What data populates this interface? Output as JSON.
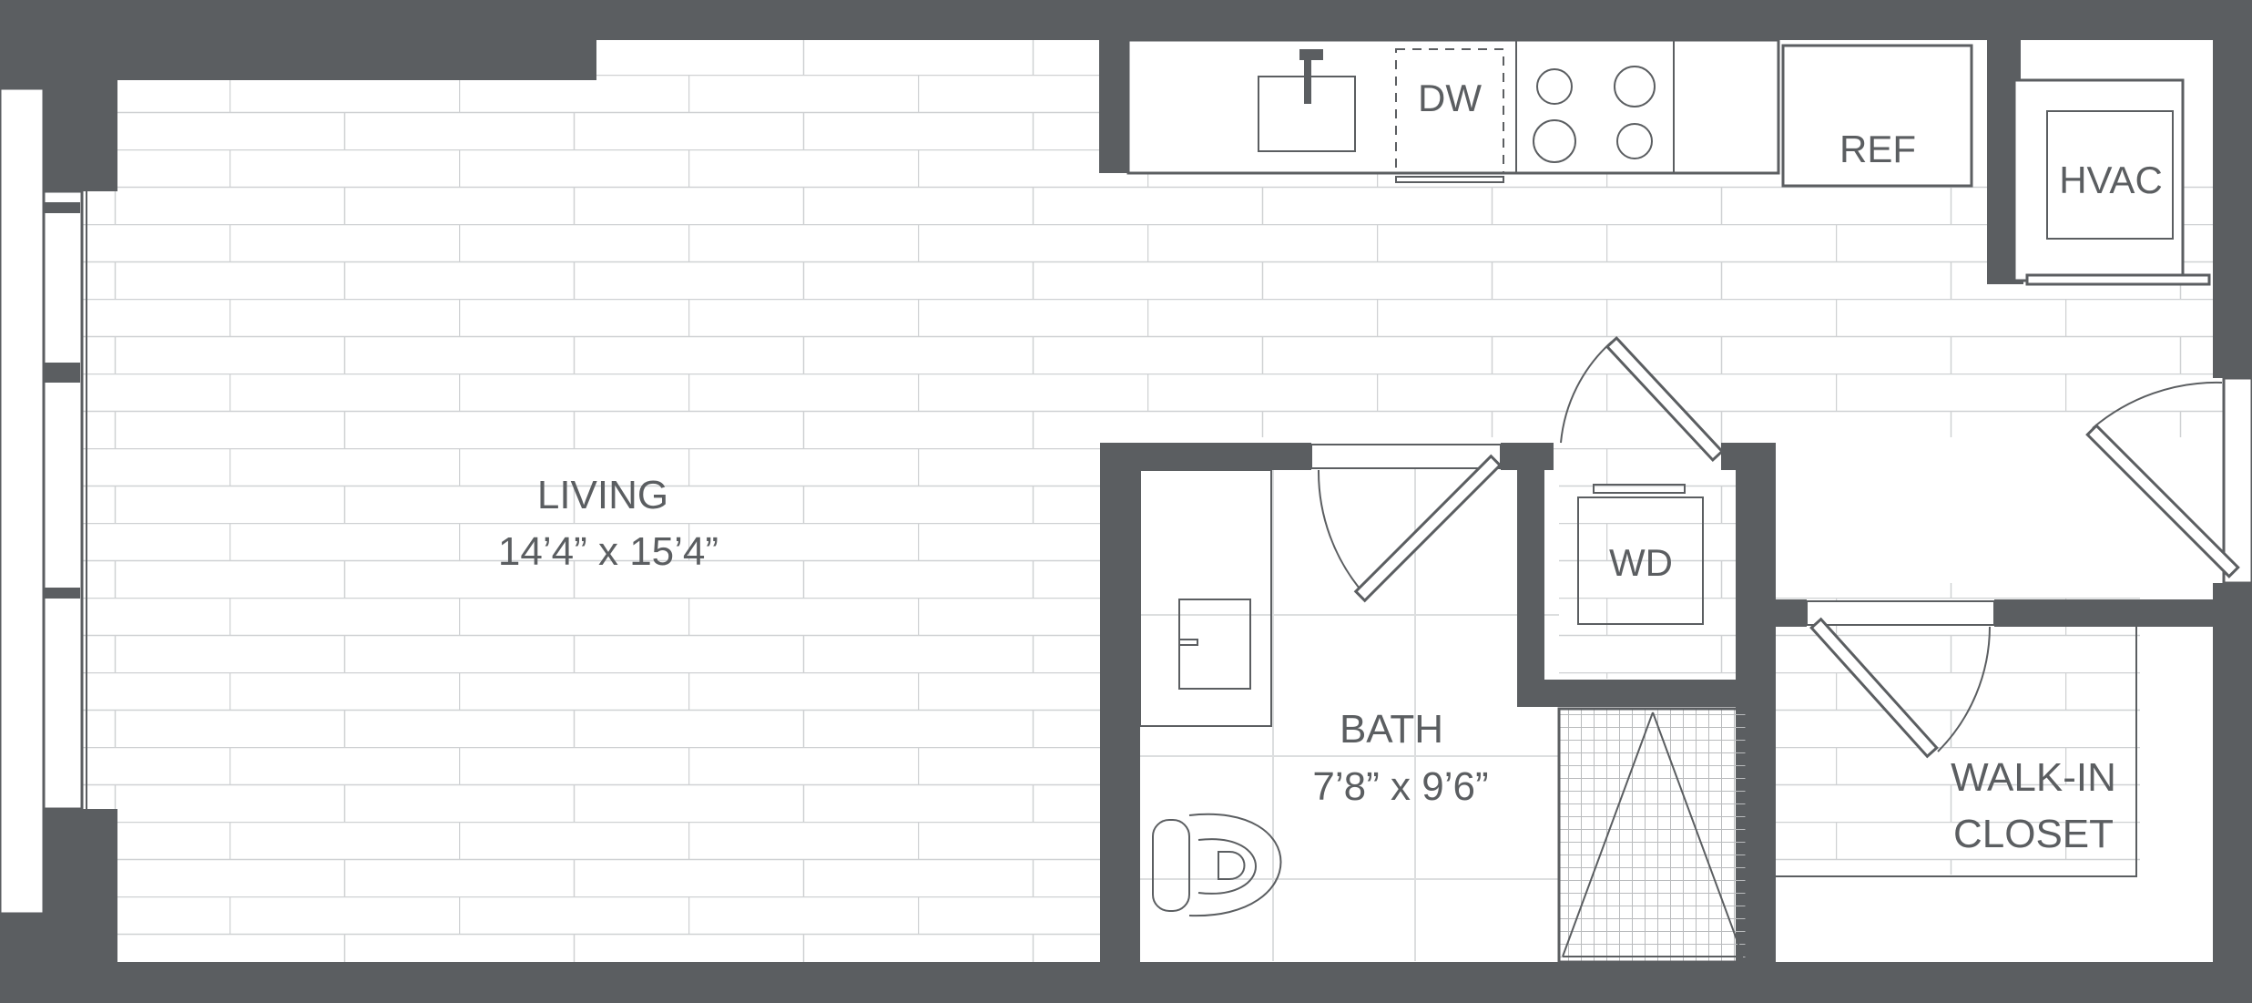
{
  "rooms": {
    "living": {
      "name": "LIVING",
      "dims": "14’4” x 15’4”"
    },
    "bath": {
      "name": "BATH",
      "dims": "7’8” x 9’6”"
    },
    "closet": {
      "name_line1": "WALK-IN",
      "name_line2": "CLOSET"
    }
  },
  "fixtures": {
    "dishwasher": "DW",
    "refrigerator": "REF",
    "hvac": "HVAC",
    "washer_dryer": "WD"
  },
  "colors": {
    "wall": "#5b5e61",
    "floor_lines": "#cfd1d3",
    "background": "#ffffff"
  }
}
